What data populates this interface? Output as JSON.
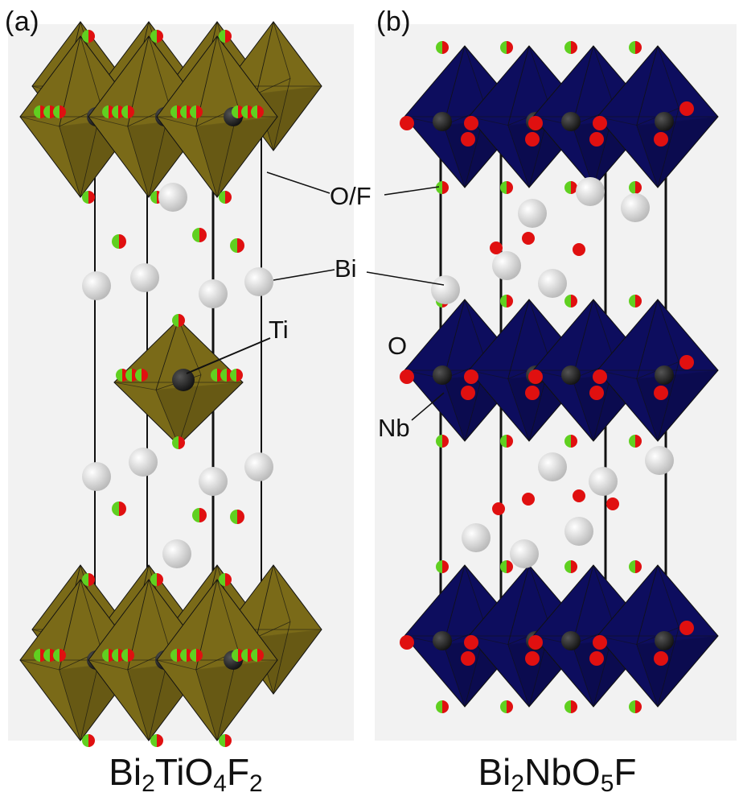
{
  "panel_a": {
    "label": "(a)",
    "formula": {
      "el1": "Bi",
      "n1": "2",
      "el2": "TiO",
      "n2": "4",
      "el3": "F",
      "n3": "2"
    },
    "atom_labels": {
      "ti": "Ti"
    }
  },
  "panel_b": {
    "label": "(b)",
    "formula": {
      "el1": "Bi",
      "n1": "2",
      "el2": "NbO",
      "n2": "5",
      "el3": "F"
    },
    "atom_labels": {
      "of": "O/F",
      "bi": "Bi",
      "o": "O",
      "nb": "Nb"
    }
  },
  "colors": {
    "ti_octahedra": "#7a6a18",
    "nb_octahedra": "#0d0d5e",
    "oxygen": "#e01010",
    "fluorine": "#60d020",
    "bismuth": "#e8e8e8",
    "cation": "#111111",
    "panel_background": "#f2f2f2"
  }
}
